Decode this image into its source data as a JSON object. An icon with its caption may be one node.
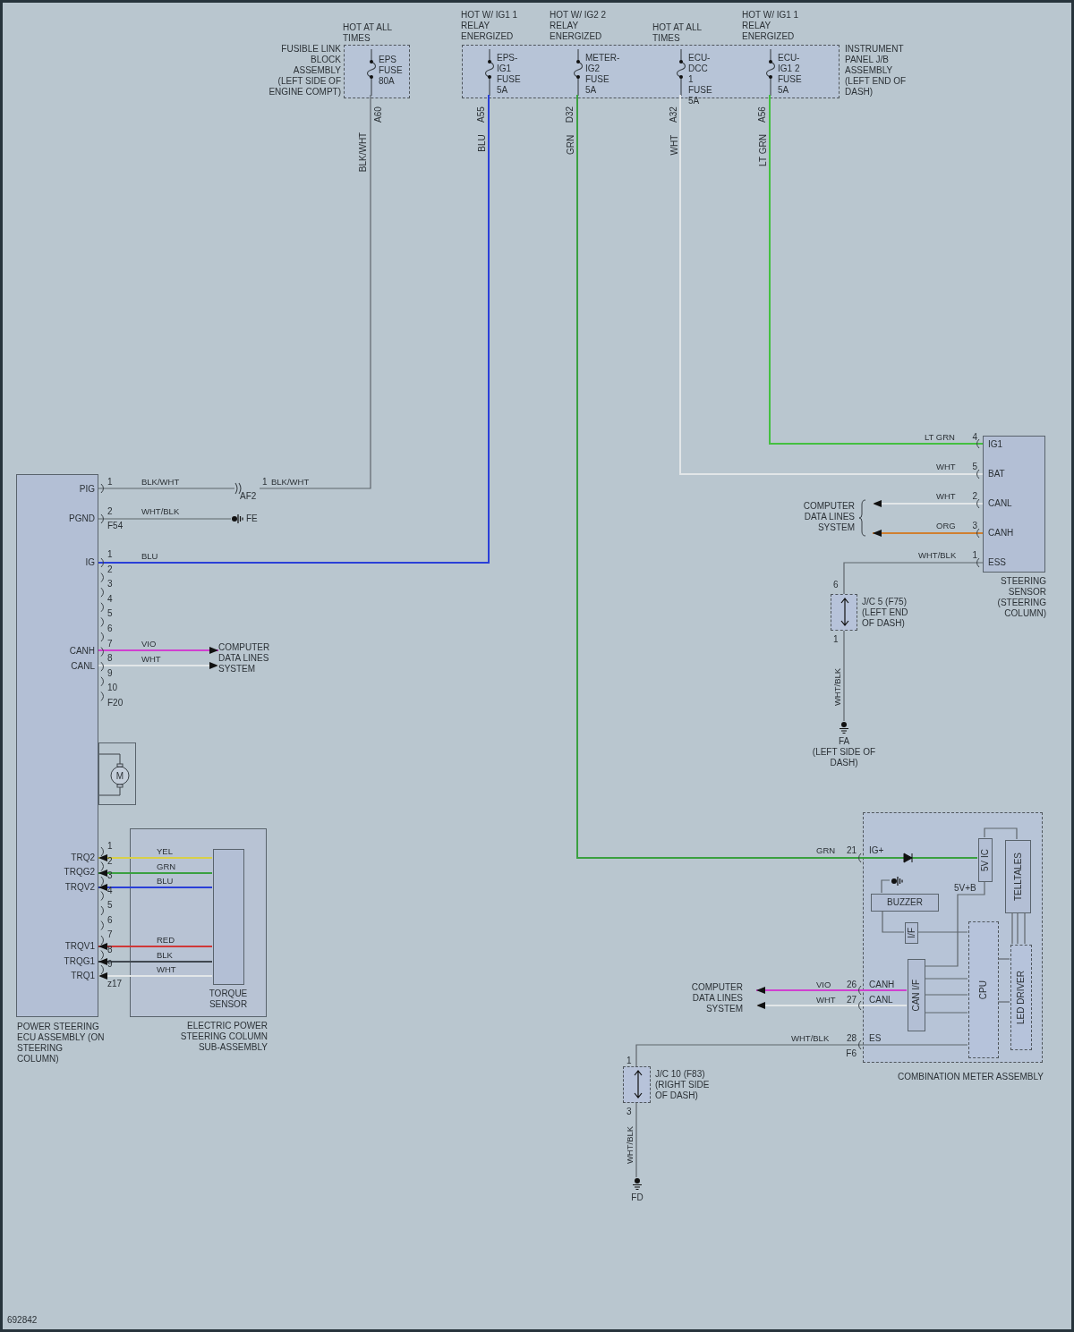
{
  "diagram": {
    "nodes": [
      {
        "text": [
          "FUSIBLE LINK BLOCK ASSEMBLY (LEFT SIDE OF ENGINE COMPT)"
        ]
      },
      {
        "text": [
          "EPS FUSE 80A"
        ],
        "in": 0,
        "beside": [
          "HOT AT ALL TIMES"
        ]
      },
      {
        "text": [
          "INSTRUMENT PANEL J/B ASSEMBLY (LEFT END OF DASH)"
        ]
      },
      {
        "text": [
          "EPS-IG1 FUSE 5A"
        ],
        "in": 2,
        "beside": [
          "HOT W/ IG1 1 RELAY ENERGIZED"
        ]
      },
      {
        "text": [
          "METER-IG2 FUSE 5A"
        ],
        "in": 2,
        "beside": [
          "HOT W/ IG2 2 RELAY ENERGIZED"
        ]
      },
      {
        "text": [
          "ECU-DCC 1 FUSE 5A"
        ],
        "in": 2,
        "beside": [
          "HOT AT ALL TIMES"
        ]
      },
      {
        "text": [
          "ECU-IG1 2 FUSE 5A"
        ],
        "in": 2,
        "beside": [
          "HOT W/ IG1 1 RELAY ENERGIZED"
        ]
      },
      {
        "text": [
          "POWER STEERING ECU ASSEMBLY (ON STEERING COLUMN)"
        ]
      },
      {
        "text": [
          "M"
        ]
      },
      {
        "text": [
          "ELECTRIC POWER STEERING COLUMN SUB-ASSEMBLY"
        ]
      },
      {
        "text": [
          "TORQUE SENSOR"
        ],
        "in": 9
      },
      {
        "text": [
          "AF2"
        ]
      },
      {
        "text": [
          "FE"
        ]
      },
      {
        "text": [
          "COMPUTER DATA LINES SYSTEM"
        ]
      },
      {
        "text": [
          "STEERING SENSOR (STEERING COLUMN)"
        ]
      },
      {
        "text": [
          "COMPUTER DATA LINES SYSTEM"
        ]
      },
      {
        "text": [
          "J/C 5 (F75) (LEFT END OF DASH)"
        ]
      },
      {
        "text": [
          "FA",
          "(LEFT SIDE OF DASH)"
        ]
      },
      {
        "text": [
          "COMBINATION METER ASSEMBLY"
        ]
      },
      {
        "text": [
          "5V IC"
        ],
        "in": 18
      },
      {
        "text": [
          "TELLTALES"
        ],
        "in": 18
      },
      {
        "text": [],
        "shape": "ground",
        "in": 18
      },
      {
        "text": [
          "BUZZER"
        ],
        "in": 18
      },
      {
        "text": [
          "I/F"
        ],
        "in": 18
      },
      {
        "text": [
          "CAN I/F"
        ],
        "in": 18
      },
      {
        "text": [
          "CPU"
        ],
        "in": 18
      },
      {
        "text": [
          "LED DRIVER"
        ],
        "in": 18
      },
      {
        "text": [
          "COMPUTER DATA LINES SYSTEM"
        ]
      },
      {
        "text": [
          "J/C 10 (F83) (RIGHT SIDE OF DASH)"
        ]
      },
      {
        "text": [
          "FD"
        ]
      }
    ],
    "edges": [
      {
        "from": 7,
        "to": 11,
        "arrow": "none",
        "label": "BLK/WHT"
      },
      {
        "from": 11,
        "to": 1,
        "arrow": "none",
        "label": "BLK/WHT"
      },
      {
        "from": 7,
        "to": 12,
        "arrow": "none",
        "label": "WHT/BLK"
      },
      {
        "from": 7,
        "to": 3,
        "arrow": "none",
        "label": "BLU",
        "color": "#2a3fd8"
      },
      {
        "from": 7,
        "to": 13,
        "arrow": "to",
        "label": "VIO",
        "color": "#d040d0"
      },
      {
        "from": 7,
        "to": 13,
        "arrow": "to",
        "label": "WHT",
        "color": "#e2e6e8"
      },
      {
        "from": 10,
        "to": 7,
        "arrow": "to",
        "label": "YEL",
        "color": "#d8d048"
      },
      {
        "from": 10,
        "to": 7,
        "arrow": "to",
        "label": "GRN",
        "color": "#3aa040"
      },
      {
        "from": 10,
        "to": 7,
        "arrow": "to",
        "label": "BLU",
        "color": "#2a3fd8"
      },
      {
        "from": 10,
        "to": 7,
        "arrow": "to",
        "label": "RED",
        "color": "#d03838"
      },
      {
        "from": 10,
        "to": 7,
        "arrow": "to",
        "label": "BLK",
        "color": "#404850"
      },
      {
        "from": 10,
        "to": 7,
        "arrow": "to",
        "label": "WHT",
        "color": "#e2e6e8"
      },
      {
        "from": 6,
        "to": 14,
        "arrow": "none",
        "label": "LT GRN",
        "color": "#44c040"
      },
      {
        "from": 5,
        "to": 14,
        "arrow": "none",
        "label": "WHT",
        "color": "#e2e6e8"
      },
      {
        "from": 14,
        "to": 15,
        "arrow": "to",
        "label": "WHT",
        "color": "#e2e6e8"
      },
      {
        "from": 14,
        "to": 15,
        "arrow": "to",
        "label": "ORG",
        "color": "#d08030"
      },
      {
        "from": 14,
        "to": 16,
        "arrow": "none",
        "label": "WHT/BLK"
      },
      {
        "from": 16,
        "to": 17,
        "arrow": "none",
        "label": "WHT/BLK"
      },
      {
        "from": 4,
        "to": 19,
        "arrow": "none",
        "label": "GRN",
        "color": "#3aa040"
      },
      {
        "from": 19,
        "to": 20,
        "arrow": "none"
      },
      {
        "from": 19,
        "to": 24,
        "arrow": "none"
      },
      {
        "from": 21,
        "to": 22,
        "arrow": "none"
      },
      {
        "from": 22,
        "to": 23,
        "arrow": "none"
      },
      {
        "from": 23,
        "to": 25,
        "arrow": "none"
      },
      {
        "from": 24,
        "to": 25,
        "arrow": "none"
      },
      {
        "from": 24,
        "to": 25,
        "arrow": "none"
      },
      {
        "from": 24,
        "to": 25,
        "arrow": "none"
      },
      {
        "from": 20,
        "to": 26,
        "arrow": "none"
      },
      {
        "from": 20,
        "to": 26,
        "arrow": "none"
      },
      {
        "from": 20,
        "to": 26,
        "arrow": "none"
      },
      {
        "from": 26,
        "to": 25,
        "arrow": "none"
      },
      {
        "from": 26,
        "to": 25,
        "arrow": "none"
      },
      {
        "from": 24,
        "to": 27,
        "arrow": "to",
        "label": "VIO",
        "color": "#d040d0"
      },
      {
        "from": 24,
        "to": 27,
        "arrow": "to",
        "label": "WHT",
        "color": "#e2e6e8"
      },
      {
        "from": 25,
        "to": 28,
        "arrow": "none",
        "label": "WHT/BLK"
      },
      {
        "from": 28,
        "to": 29,
        "arrow": "none",
        "label": "WHT/BLK"
      }
    ],
    "labels": [
      "A60",
      "BLK/WHT",
      "A55",
      "BLU",
      "D32",
      "GRN",
      "A32",
      "WHT",
      "A56",
      "LT GRN",
      "PIG",
      "1",
      "1",
      "PGND",
      "2",
      "F54",
      "IG",
      "1",
      "2",
      "3",
      "4",
      "5",
      "6",
      "7",
      "8",
      "9",
      "10",
      "F20",
      "CANH",
      "CANL",
      "TRQ2",
      "TRQG2",
      "TRQV2",
      "TRQV1",
      "TRQG1",
      "TRQ1",
      "1",
      "2",
      "3",
      "4",
      "5",
      "6",
      "7",
      "8",
      "9",
      "z17",
      "4",
      "IG1",
      "5",
      "BAT",
      "2",
      "CANL",
      "3",
      "CANH",
      "1",
      "ESS",
      "6",
      "1",
      "21",
      "IG+",
      "5V+B",
      "26",
      "CANH",
      "27",
      "CANL",
      "28",
      "ES",
      "F6",
      "1",
      "3",
      "692842"
    ]
  }
}
